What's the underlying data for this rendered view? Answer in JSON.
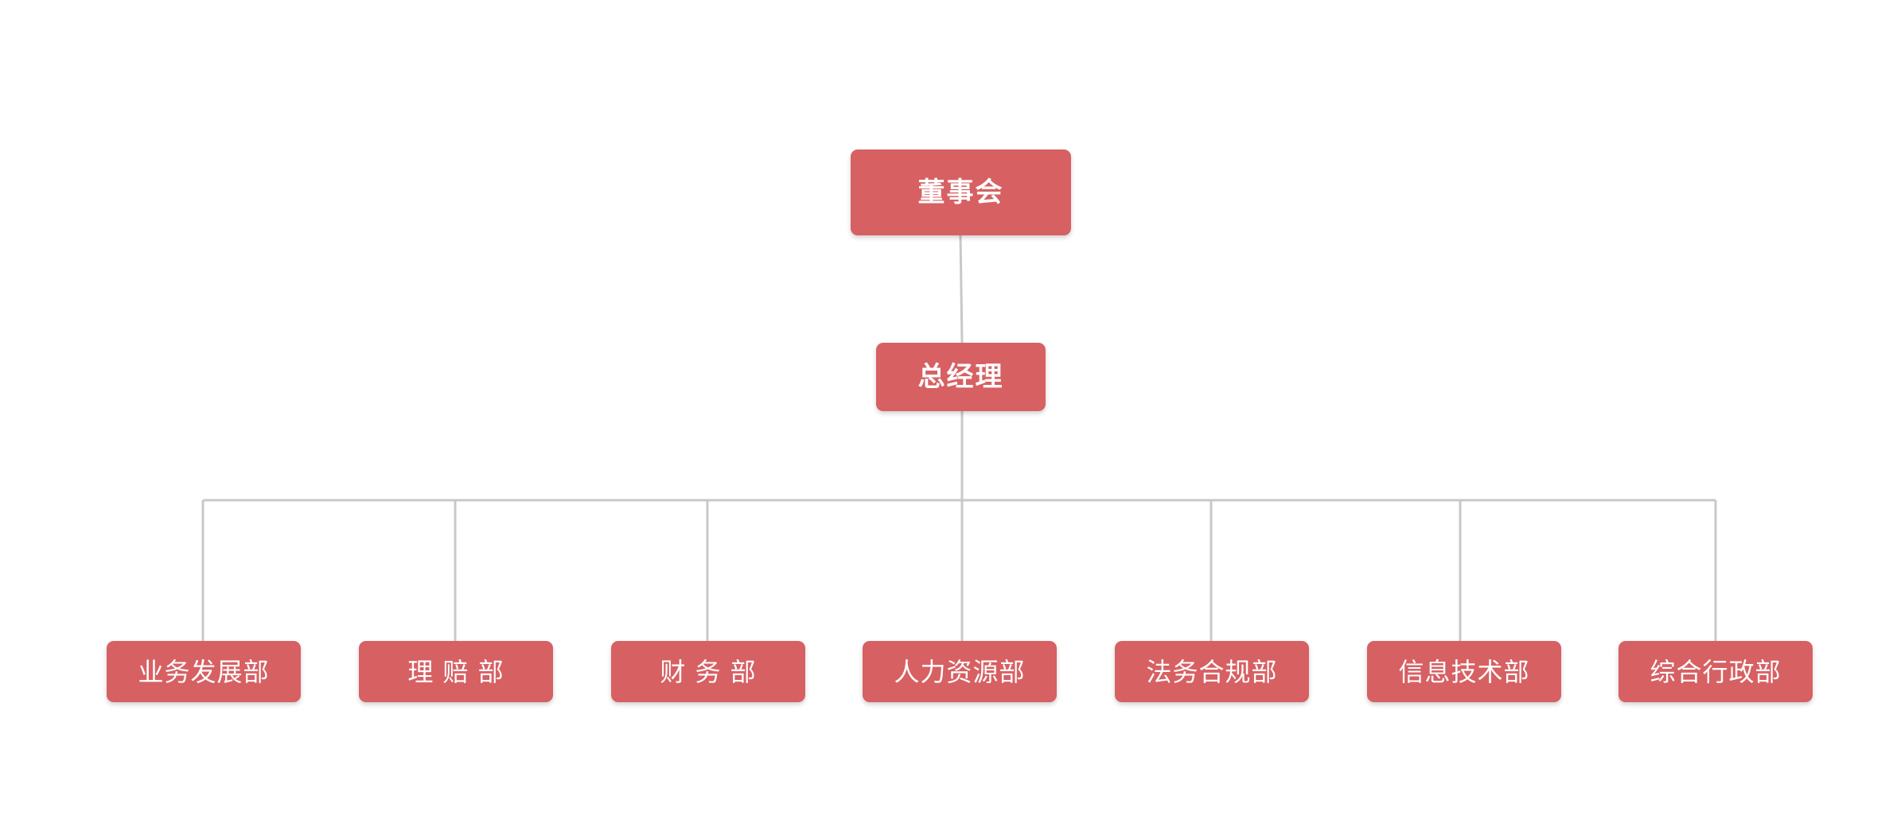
{
  "org_chart": {
    "board": {
      "label": "董事会"
    },
    "general_manager": {
      "label": "总经理"
    },
    "departments": [
      {
        "label": "业务发展部"
      },
      {
        "label": "理 赔 部"
      },
      {
        "label": "财 务 部"
      },
      {
        "label": "人力资源部"
      },
      {
        "label": "法务合规部"
      },
      {
        "label": "信息技术部"
      },
      {
        "label": "综合行政部"
      }
    ]
  },
  "colors": {
    "node_fill": "#d76063",
    "node_text": "#ffffff",
    "connector": "#c8c8c8",
    "background": "#ffffff"
  }
}
